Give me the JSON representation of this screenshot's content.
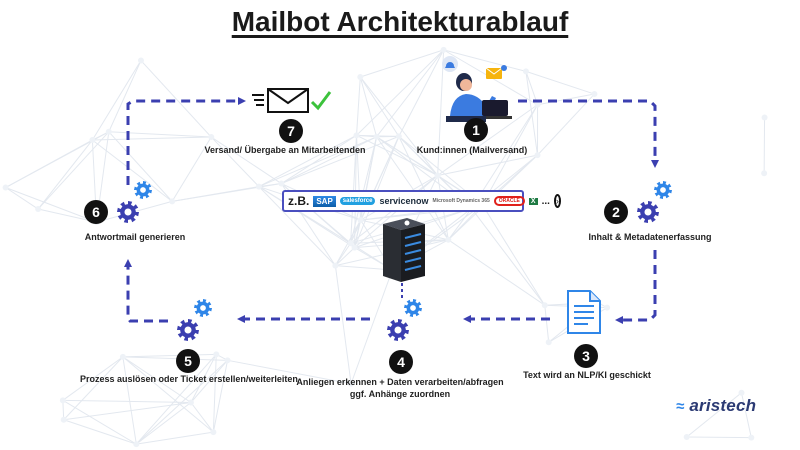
{
  "title": "Mailbot Architekturablauf",
  "colors": {
    "arrow": "#3b3fb0",
    "gear_dark": "#3b3fb0",
    "gear_light": "#2f86e8",
    "badge": "#111111"
  },
  "steps": [
    {
      "number": "1",
      "label": "Kund:innen (Mailversand)"
    },
    {
      "number": "2",
      "label": "Inhalt & Metadatenerfassung"
    },
    {
      "number": "3",
      "label": "Text wird an NLP/KI geschickt"
    },
    {
      "number": "4",
      "label_line1": "Anliegen erkennen + Daten verarbeiten/abfragen",
      "label_line2": "ggf. Anhänge zuordnen"
    },
    {
      "number": "5",
      "label": "Prozess auslösen oder Ticket erstellen/weiterleiten"
    },
    {
      "number": "6",
      "label": "Antwortmail generieren"
    },
    {
      "number": "7",
      "label": "Versand/ Übergabe an Mitarbeitenden"
    }
  ],
  "integrations": {
    "prefix": "z.B.",
    "logos": [
      "SAP",
      "salesforce",
      "servicenow",
      "Microsoft Dynamics 365",
      "ORACLE",
      "X",
      "..."
    ],
    "more_icon": "chevron-right-icon"
  },
  "brand": "aristech"
}
